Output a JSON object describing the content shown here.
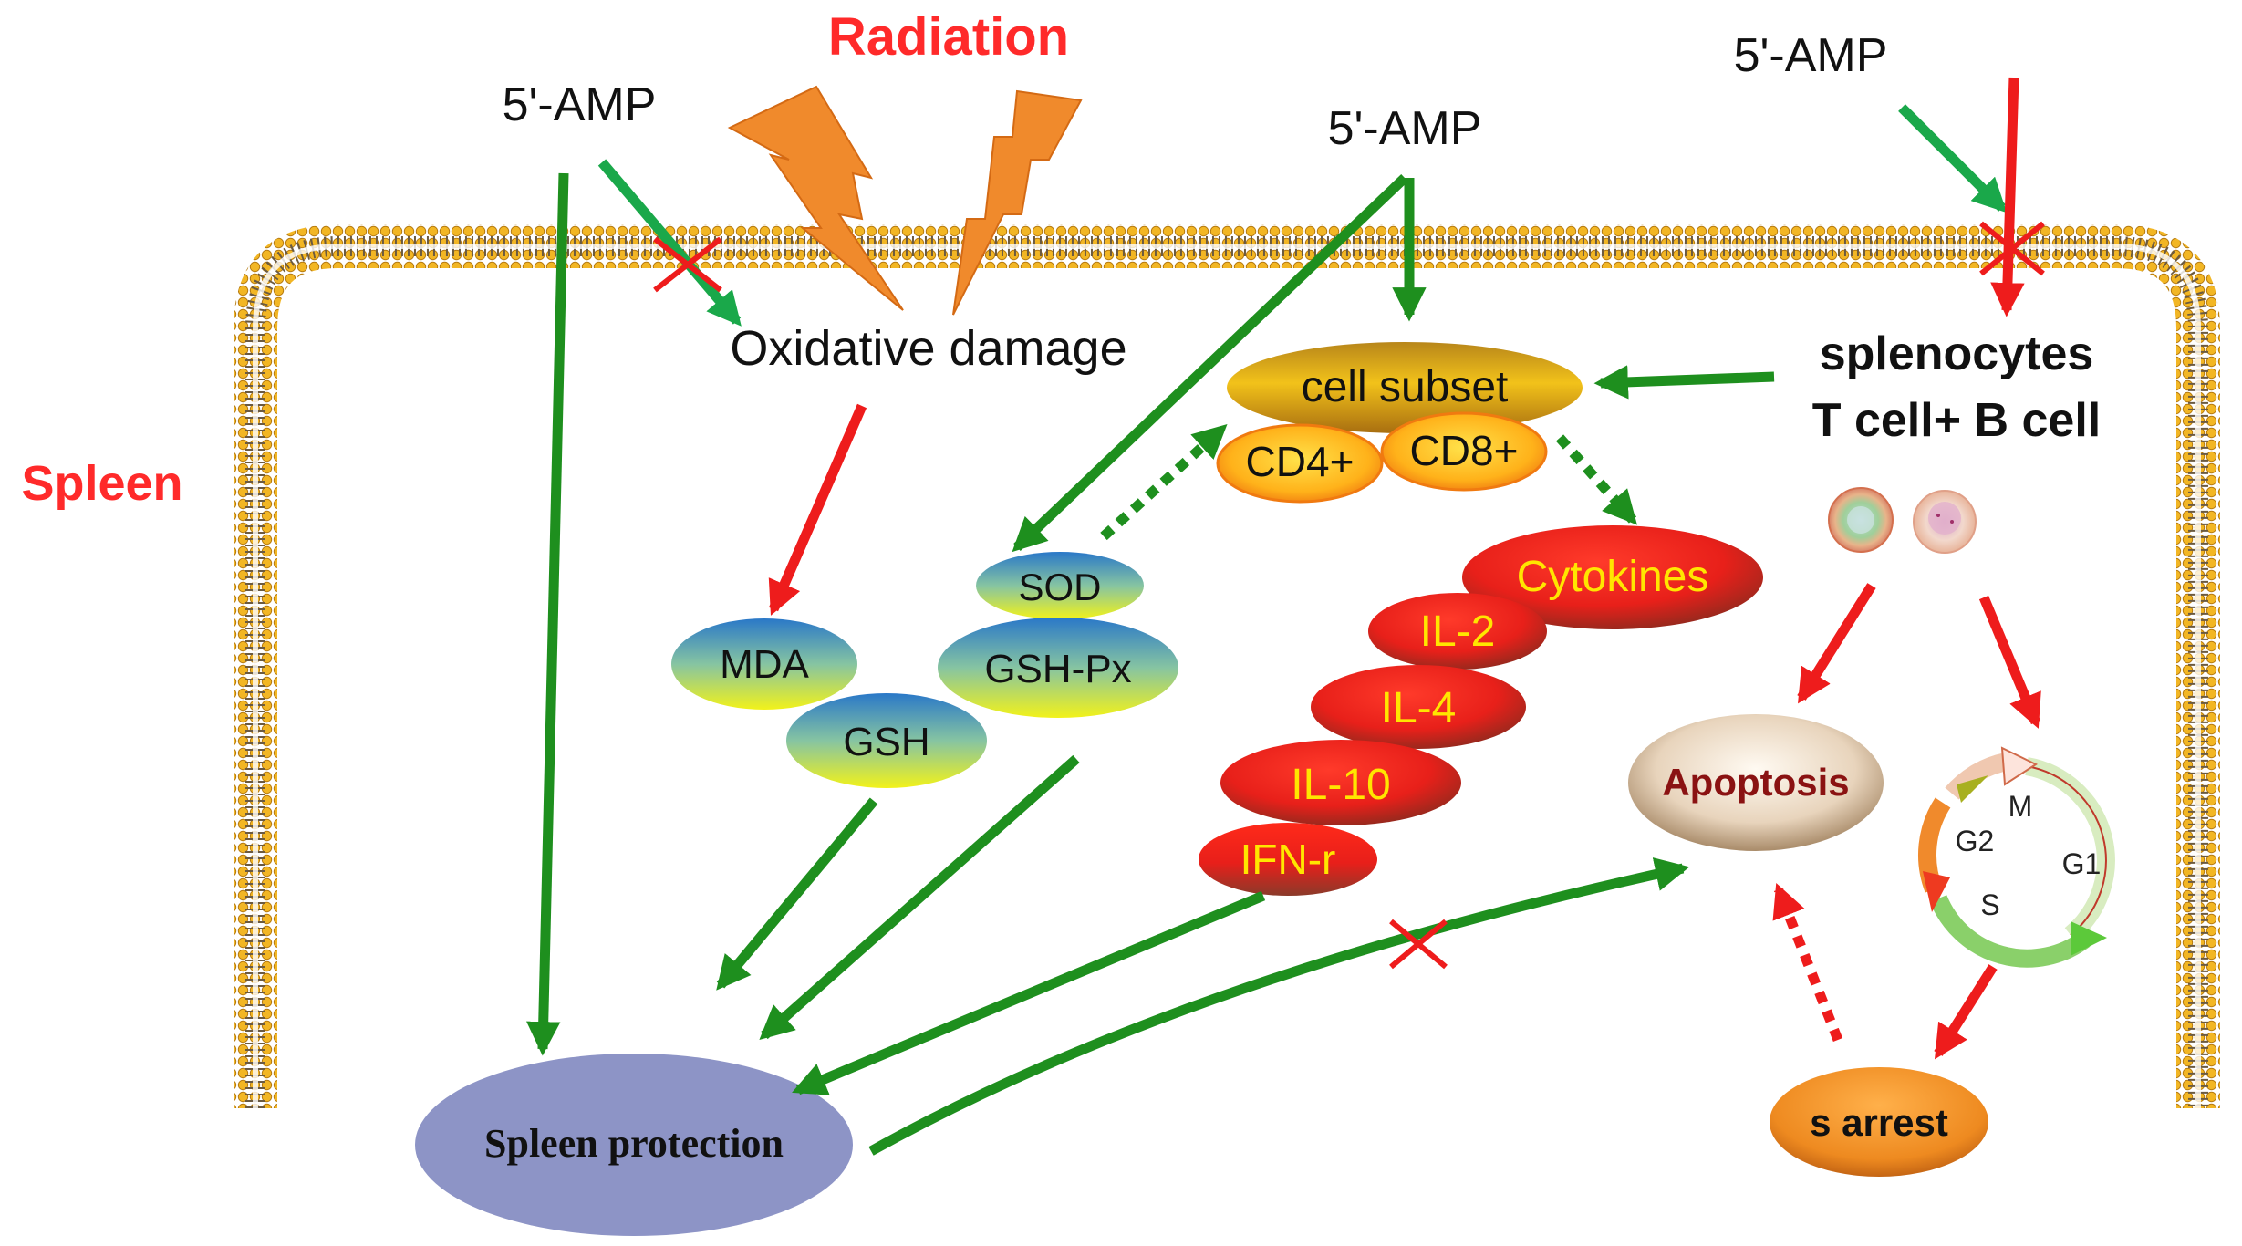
{
  "labels": {
    "radiation": "Radiation",
    "amp_left": "5'-AMP",
    "amp_center": "5'-AMP",
    "amp_right": "5'-AMP",
    "spleen": "Spleen",
    "oxidative_damage": "Oxidative damage",
    "cell_subset": "cell subset",
    "cd4": "CD4+",
    "cd8": "CD8+",
    "splenocytes": "splenocytes",
    "t_b_cell": "T cell+ B cell",
    "sod": "SOD",
    "mda": "MDA",
    "gsh": "GSH",
    "gsh_px": "GSH-Px",
    "cytokines": "Cytokines",
    "il2": "IL-2",
    "il4": "IL-4",
    "il10": "IL-10",
    "ifn": "IFN-r",
    "apoptosis": "Apoptosis",
    "phase_m": "M",
    "phase_g1": "G1",
    "phase_g2": "G2",
    "phase_s": "S",
    "s_arrest": "s arrest",
    "spleen_protection": "Spleen protection"
  },
  "colors": {
    "promote_arrow": "#1e8f1e",
    "inhibit_arrow": "#ee1c1c",
    "radiation_bolt": "#f08a2c",
    "membrane": "#e6a91e",
    "title_red": "#ff2a2a",
    "cytokine_text": "#ffe600",
    "protection_fill": "#8d94c6"
  }
}
